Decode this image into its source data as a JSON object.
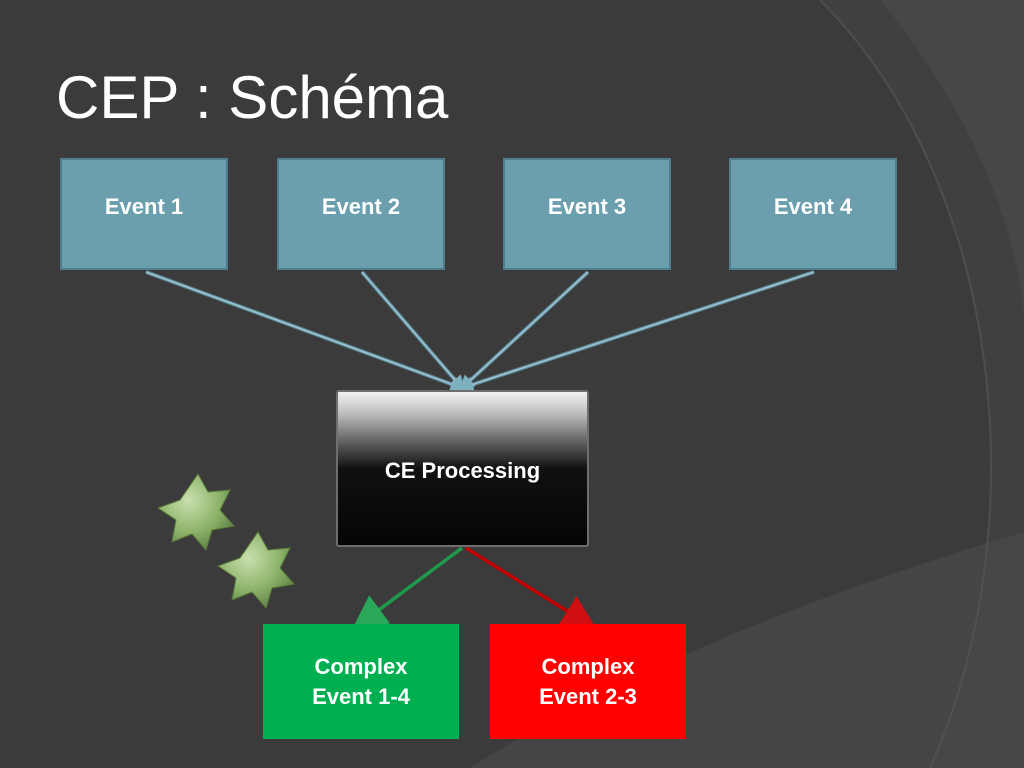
{
  "slide": {
    "title": "CEP : Schéma"
  },
  "diagram": {
    "events": [
      {
        "label": "Event 1"
      },
      {
        "label": "Event 2"
      },
      {
        "label": "Event 3"
      },
      {
        "label": "Event 4"
      }
    ],
    "processor": {
      "label": "CE Processing"
    },
    "outputs": [
      {
        "label": "Complex\nEvent 1-4",
        "color": "#00b050"
      },
      {
        "label": "Complex\nEvent 2-3",
        "color": "#ff0000"
      }
    ],
    "colors": {
      "background": "#3b3b3b",
      "event_fill": "#6b9fae",
      "event_connector": "#7fb0c0",
      "green_arrow": "#1f9a4a",
      "red_arrow": "#c00000",
      "star_fill": "#8db36a"
    },
    "decorations": [
      "star-icon",
      "star-icon"
    ]
  }
}
